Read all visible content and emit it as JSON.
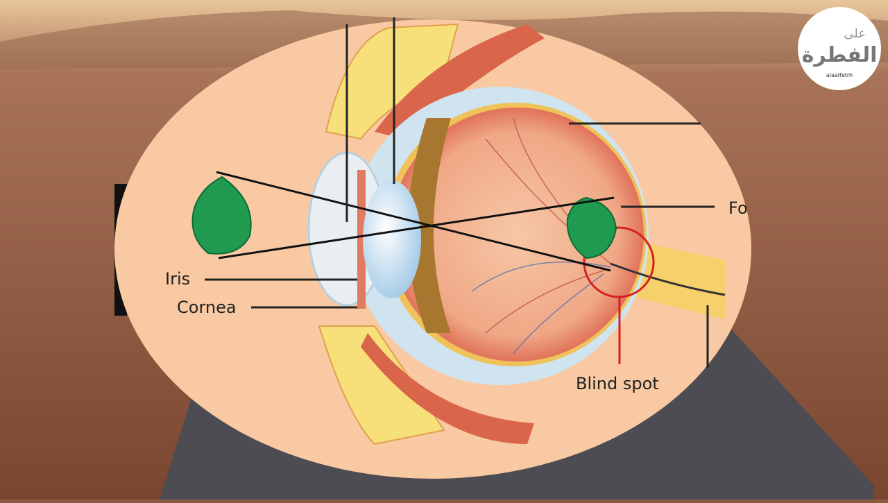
{
  "diagram": {
    "labels": {
      "iris": "Iris",
      "cornea": "Cornea",
      "blind_spot": "Blind spot",
      "fovea_partial": "Fo"
    }
  },
  "logo": {
    "arabic_top": "على",
    "arabic_main": "الفطرة",
    "latin": "alaalfetrh"
  },
  "colors": {
    "background_panel": "#f8c9a2",
    "leaf_green": "#1f9a4f",
    "blind_spot_circle": "#d62020"
  }
}
